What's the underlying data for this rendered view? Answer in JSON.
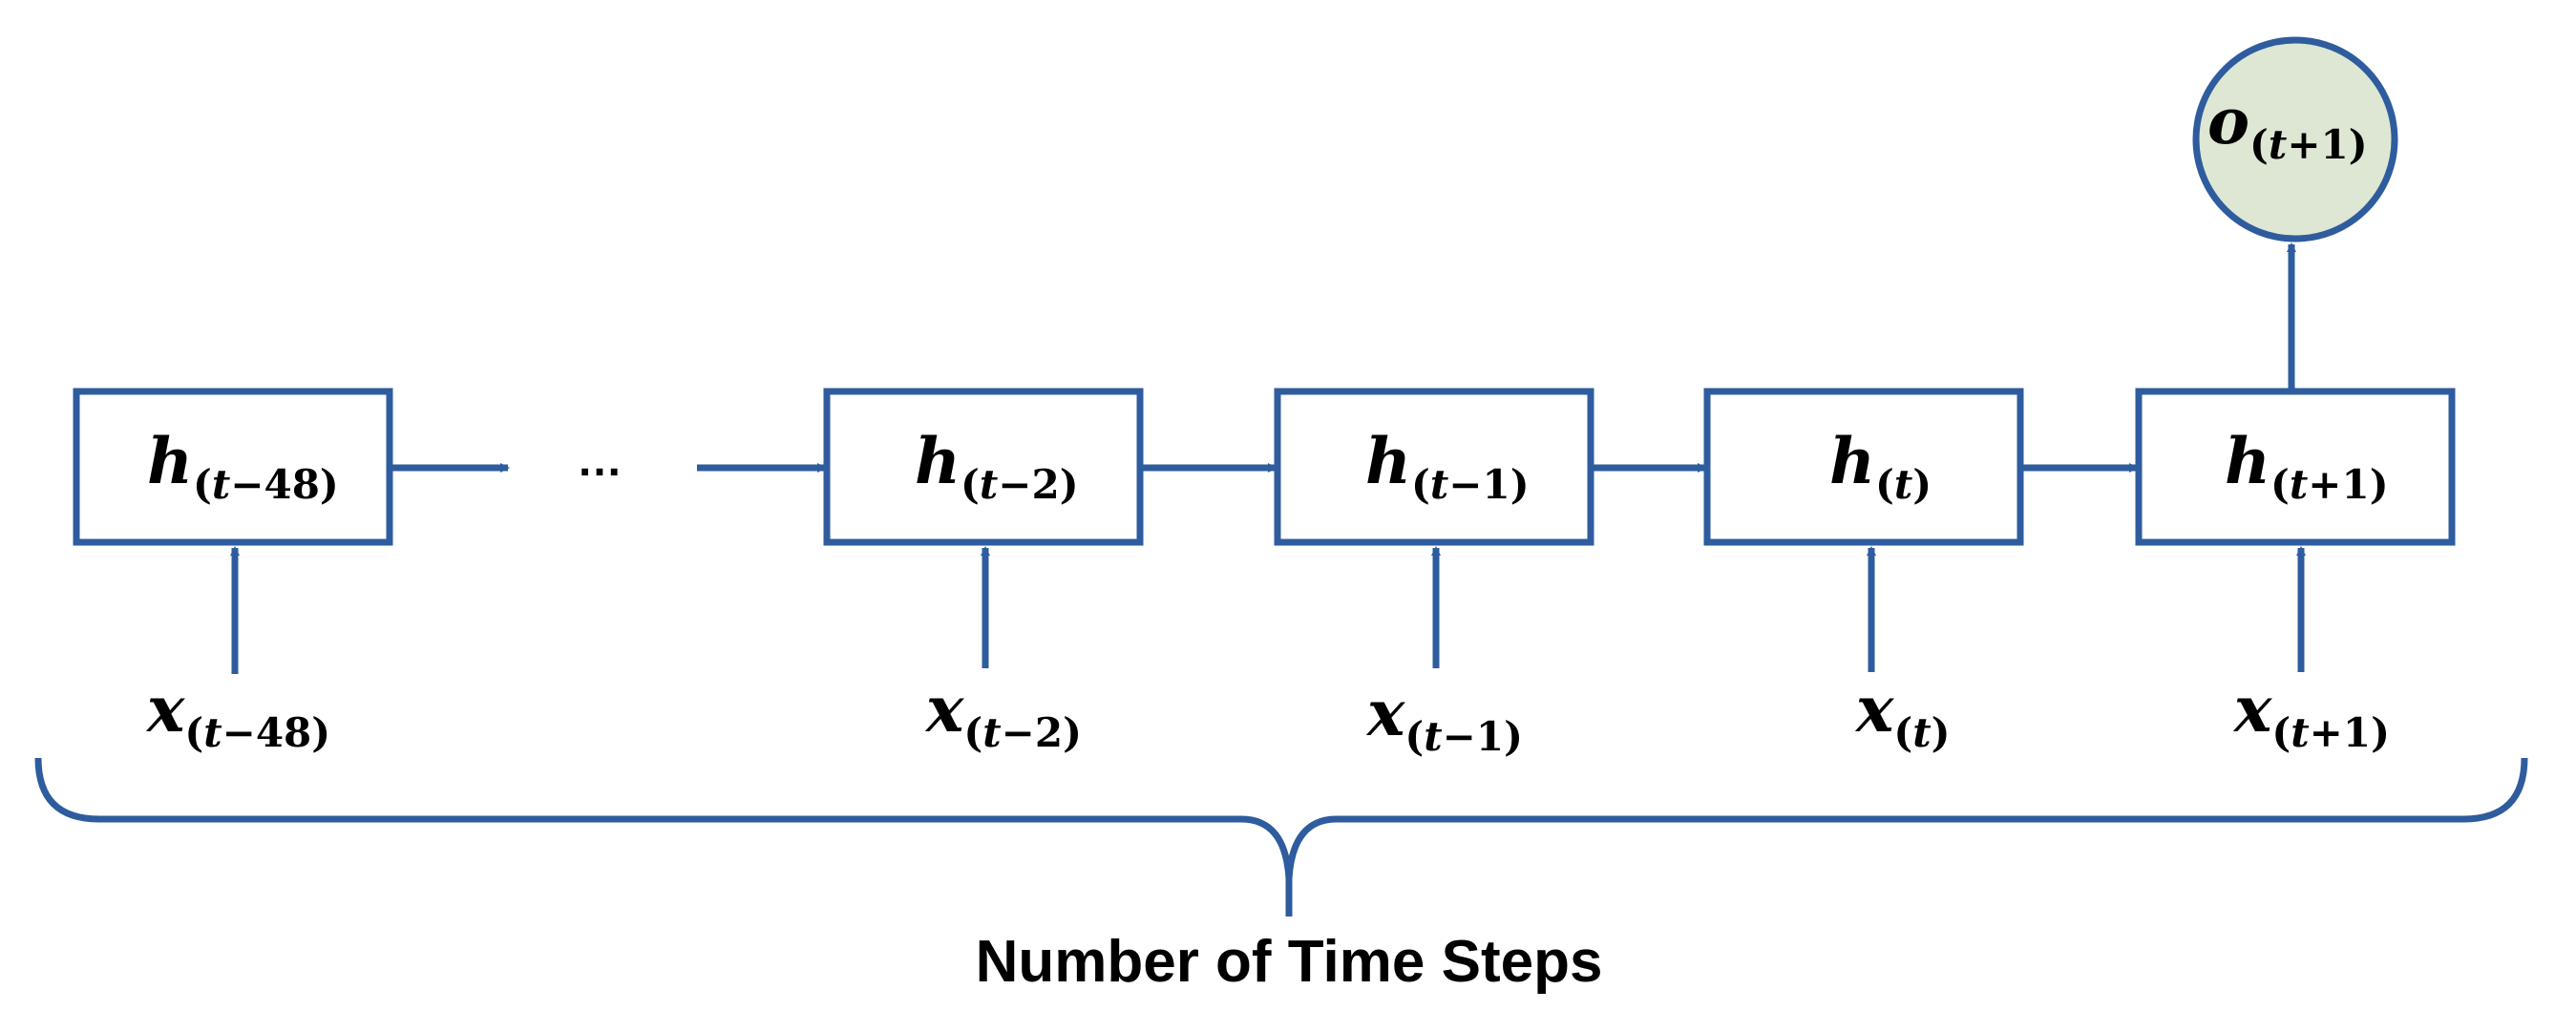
{
  "hidden_states": [
    {
      "main": "h",
      "sub_open": "(",
      "sub_var": "t",
      "sub_rest": "−48",
      "sub_close": ")"
    },
    {
      "main": "h",
      "sub_open": "(",
      "sub_var": "t",
      "sub_rest": "−2",
      "sub_close": ")"
    },
    {
      "main": "h",
      "sub_open": "(",
      "sub_var": "t",
      "sub_rest": "−1",
      "sub_close": ")"
    },
    {
      "main": "h",
      "sub_open": "(",
      "sub_var": "t",
      "sub_rest": "",
      "sub_close": ")"
    },
    {
      "main": "h",
      "sub_open": "(",
      "sub_var": "t",
      "sub_rest": "+1",
      "sub_close": ")"
    }
  ],
  "inputs": [
    {
      "main": "x",
      "sub_open": "(",
      "sub_var": "t",
      "sub_rest": "−48",
      "sub_close": ")"
    },
    {
      "main": "x",
      "sub_open": "(",
      "sub_var": "t",
      "sub_rest": "−2",
      "sub_close": ")"
    },
    {
      "main": "x",
      "sub_open": "(",
      "sub_var": "t",
      "sub_rest": "−1",
      "sub_close": ")"
    },
    {
      "main": "x",
      "sub_open": "(",
      "sub_var": "t",
      "sub_rest": "",
      "sub_close": ")"
    },
    {
      "main": "x",
      "sub_open": "(",
      "sub_var": "t",
      "sub_rest": "+1",
      "sub_close": ")"
    }
  ],
  "output": {
    "main": "o",
    "sub_open": "(",
    "sub_var": "t",
    "sub_rest": "+1",
    "sub_close": ")"
  },
  "ellipsis": "…",
  "caption": "Number of Time Steps",
  "colors": {
    "stroke": "#2E5C9E",
    "output_fill": "#DDE7D3"
  }
}
